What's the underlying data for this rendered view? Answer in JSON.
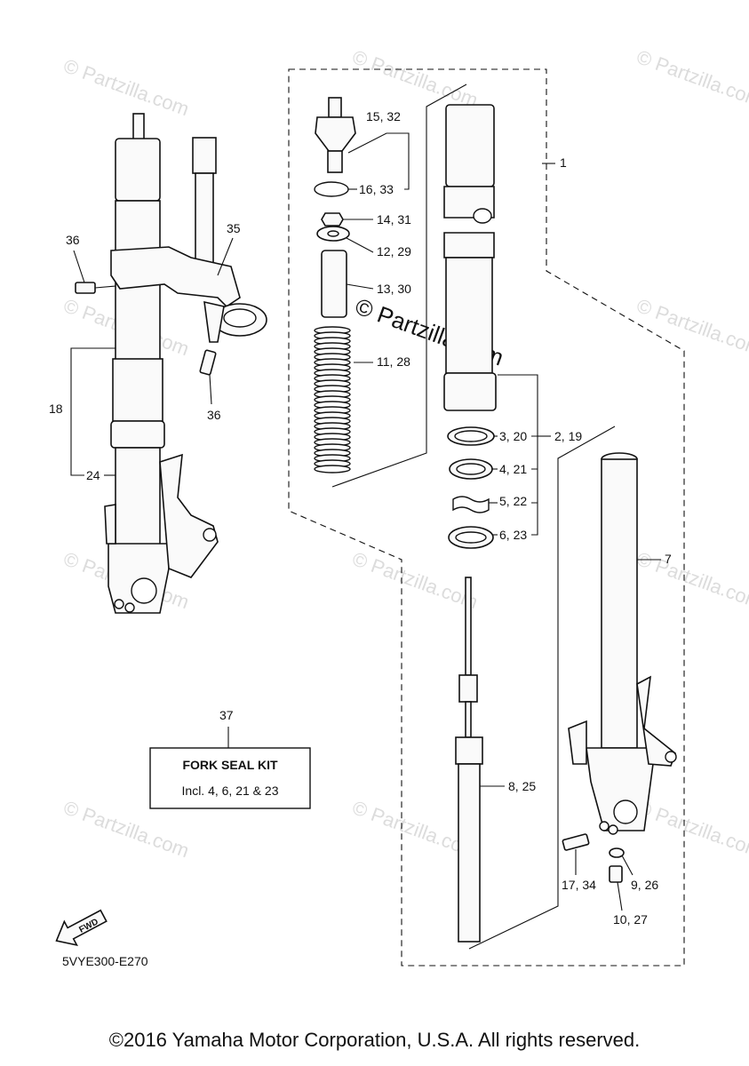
{
  "watermarks": {
    "small": "© Partzilla.com",
    "large": "© Partzilla.com"
  },
  "labels": {
    "l1": "1",
    "l2_19": "2, 19",
    "l3_20": "3, 20",
    "l4_21": "4, 21",
    "l5_22": "5, 22",
    "l6_23": "6, 23",
    "l7": "7",
    "l8_25": "8, 25",
    "l9_26": "9, 26",
    "l10_27": "10, 27",
    "l11_28": "11, 28",
    "l12_29": "12, 29",
    "l13_30": "13, 30",
    "l14_31": "14, 31",
    "l15_32": "15, 32",
    "l16_33": "16, 33",
    "l17_34": "17, 34",
    "l18": "18",
    "l24": "24",
    "l35": "35",
    "l36a": "36",
    "l36b": "36",
    "l37": "37"
  },
  "kit": {
    "title": "FORK SEAL KIT",
    "contents": "Incl. 4, 6, 21 & 23"
  },
  "fwd_icon_label": "FWD",
  "diagram_code": "5VYE300-E270",
  "copyright": "©2016 Yamaha Motor Corporation, U.S.A. All rights reserved."
}
